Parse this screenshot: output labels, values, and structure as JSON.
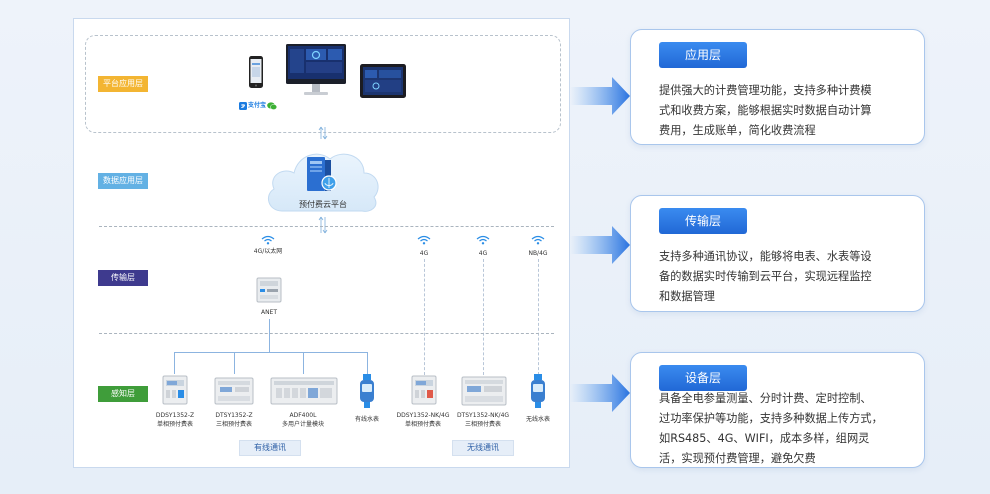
{
  "layers": {
    "platform": "平台应用层",
    "data": "数据应用层",
    "transport": "传输层",
    "perception": "感知层"
  },
  "colors": {
    "platform": "#f3b532",
    "data": "#63b1e4",
    "transport": "#3e3a8e",
    "perception": "#3f9d3a",
    "accent": "#2a73e0"
  },
  "platform": {
    "alipay_logo": "支付宝",
    "icons": [
      "smartphone-icon",
      "desktop-monitor-icon",
      "tablet-icon",
      "alipay-logo",
      "wechat-icon"
    ]
  },
  "cloud": {
    "label": "预付费云平台"
  },
  "transport": {
    "wired_wifi": "4G/以太网",
    "gateway": "ANET",
    "wireless_wifi": [
      "4G",
      "4G",
      "NB/4G"
    ]
  },
  "devices": {
    "wired": [
      {
        "model": "DDSY1352-Z",
        "desc": "单相预付费表"
      },
      {
        "model": "DTSY1352-Z",
        "desc": "三相预付费表"
      },
      {
        "model": "ADF400L",
        "desc": "多用户计量模块"
      },
      {
        "model": "",
        "desc": "有线水表"
      }
    ],
    "wireless": [
      {
        "model": "DDSY1352-NK/4G",
        "desc": "单相预付费表"
      },
      {
        "model": "DTSY1352-NK/4G",
        "desc": "三相预付费表"
      },
      {
        "model": "",
        "desc": "无线水表"
      }
    ]
  },
  "comm": {
    "wired": "有线通讯",
    "wireless": "无线通讯"
  },
  "cards": [
    {
      "title": "应用层",
      "lines": [
        "提供强大的计费管理功能，支持多种计费模",
        "式和收费方案，能够根据实时数据自动计算",
        "费用，生成账单，简化收费流程"
      ]
    },
    {
      "title": "传输层",
      "lines": [
        "支持多种通讯协议，能够将电表、水表等设",
        "备的数据实时传输到云平台，实现远程监控",
        "和数据管理"
      ]
    },
    {
      "title": "设备层",
      "lines": [
        "具备全电参量测量、分时计费、定时控制、",
        "过功率保护等功能，支持多种数据上传方式，",
        "如RS485、4G、WIFI，成本多样，组网灵",
        "活，实现预付费管理，避免欠费"
      ]
    }
  ]
}
